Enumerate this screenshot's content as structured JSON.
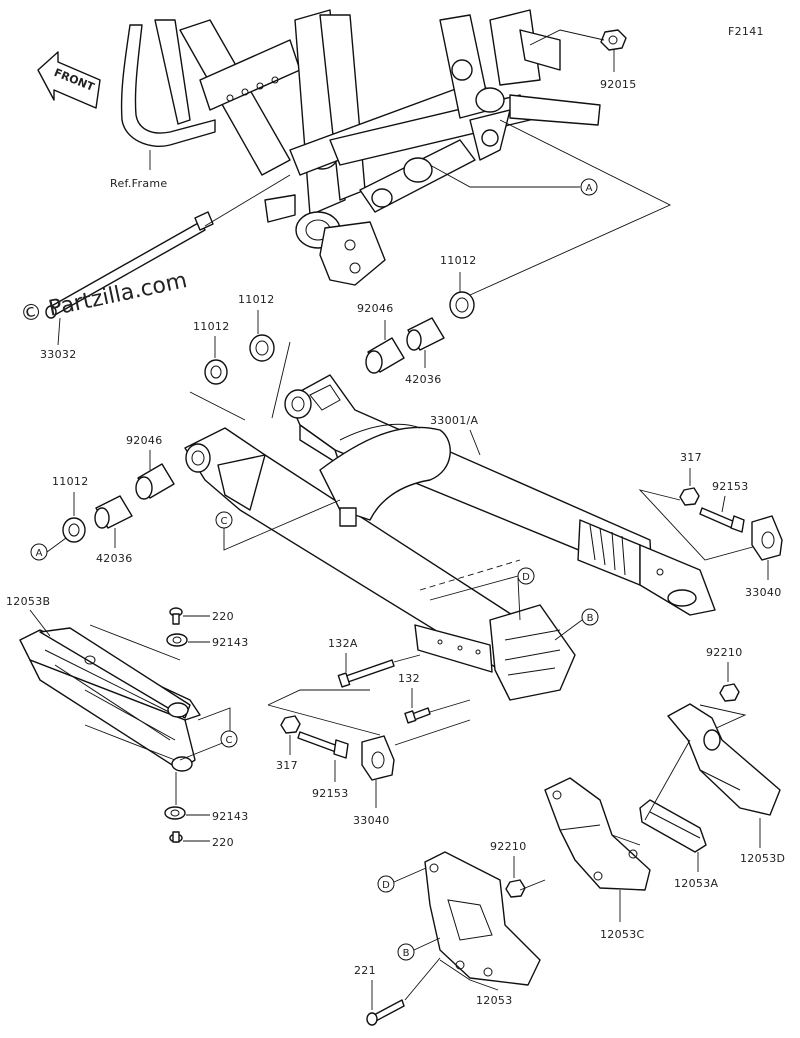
{
  "figure_code": "F2141",
  "watermark": "© Partzilla.com",
  "front_arrow_label": "FRONT",
  "ref_frame_label": "Ref.Frame",
  "callout_letters": {
    "A": "A",
    "B": "B",
    "C": "C",
    "D": "D"
  },
  "part_numbers": {
    "p92015": "92015",
    "p11012_top": "11012",
    "p92046_top": "92046",
    "p11012_a": "11012",
    "p11012_b": "11012",
    "p42036_top": "42036",
    "p33032": "33032",
    "p33001a": "33001/A",
    "p92046_left": "92046",
    "p11012_left": "11012",
    "p42036_left": "42036",
    "p317_right": "317",
    "p92153_right": "92153",
    "p33040_right": "33040",
    "p12053b": "12053B",
    "p220_top": "220",
    "p92143_top": "92143",
    "p92143_bottom": "92143",
    "p220_bottom": "220",
    "p132a": "132A",
    "p132": "132",
    "p317_left": "317",
    "p92153_left": "92153",
    "p33040_left": "33040",
    "p92210_top": "92210",
    "p92210_mid": "92210",
    "p12053d": "12053D",
    "p12053a": "12053A",
    "p12053c": "12053C",
    "p221": "221",
    "p12053": "12053"
  }
}
